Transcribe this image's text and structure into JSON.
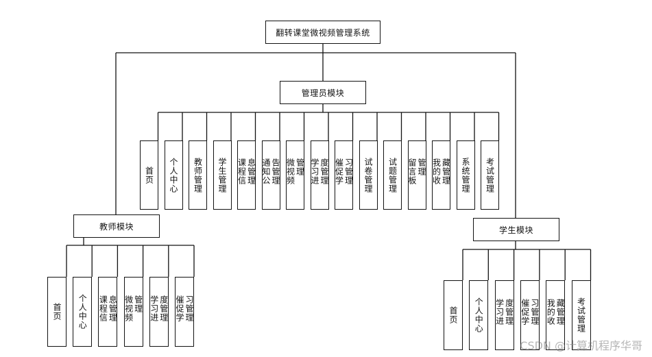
{
  "root": {
    "label": "翻转课堂微视频管理系统"
  },
  "admin": {
    "label": "管理员模块",
    "items": [
      "首页",
      "个人中心",
      "教师管理",
      "学生管理",
      "课程信息管理",
      "通知公告管理",
      "微视频管理",
      "学习进度管理",
      "催促学习管理",
      "试卷管理",
      "试题管理",
      "留言板管理",
      "我的收藏管理",
      "系统管理",
      "考试管理"
    ]
  },
  "teacher": {
    "label": "教师模块",
    "items": [
      "首页",
      "个人中心",
      "课程信息管理",
      "微视频管理",
      "学习进度管理",
      "催促学习管理"
    ]
  },
  "student": {
    "label": "学生模块",
    "items": [
      "首页",
      "个人中心",
      "学习进度管理",
      "催促学习管理",
      "我的收藏管理",
      "考试管理"
    ]
  },
  "watermark": "CSDN @计算机程序华哥",
  "colors": {
    "line": "#111111",
    "border": "#111111",
    "background": "#ffffff"
  }
}
